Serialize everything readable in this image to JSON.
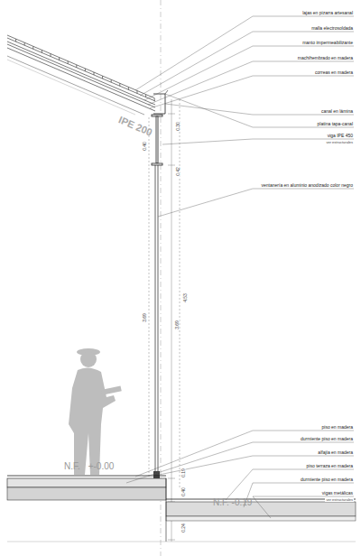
{
  "diagram": {
    "labels": [
      "lajas en pizarra artesanal",
      "malla electrosoldada",
      "manto impermeabilizante",
      "machihembrado en madera",
      "correas en madera",
      "canal en lámina",
      "platina tapa-canal",
      "viga IPE 450",
      "ver estructurales",
      "ventanería en aluminio anodizado color negro",
      "piso en madera",
      "durmiente piso en madera",
      "alfajía en madera",
      "piso terraza en madera",
      "durmiente piso en madera",
      "vigas metálicas",
      "ver estructurales",
      "IPE 200",
      "0.30",
      "0.42",
      "0.40",
      "3.69",
      "3.69",
      "4.53",
      "0.19",
      "0.40",
      "0.24",
      "N.F.",
      "+-0.00",
      "N.F.",
      "-0.19"
    ]
  }
}
